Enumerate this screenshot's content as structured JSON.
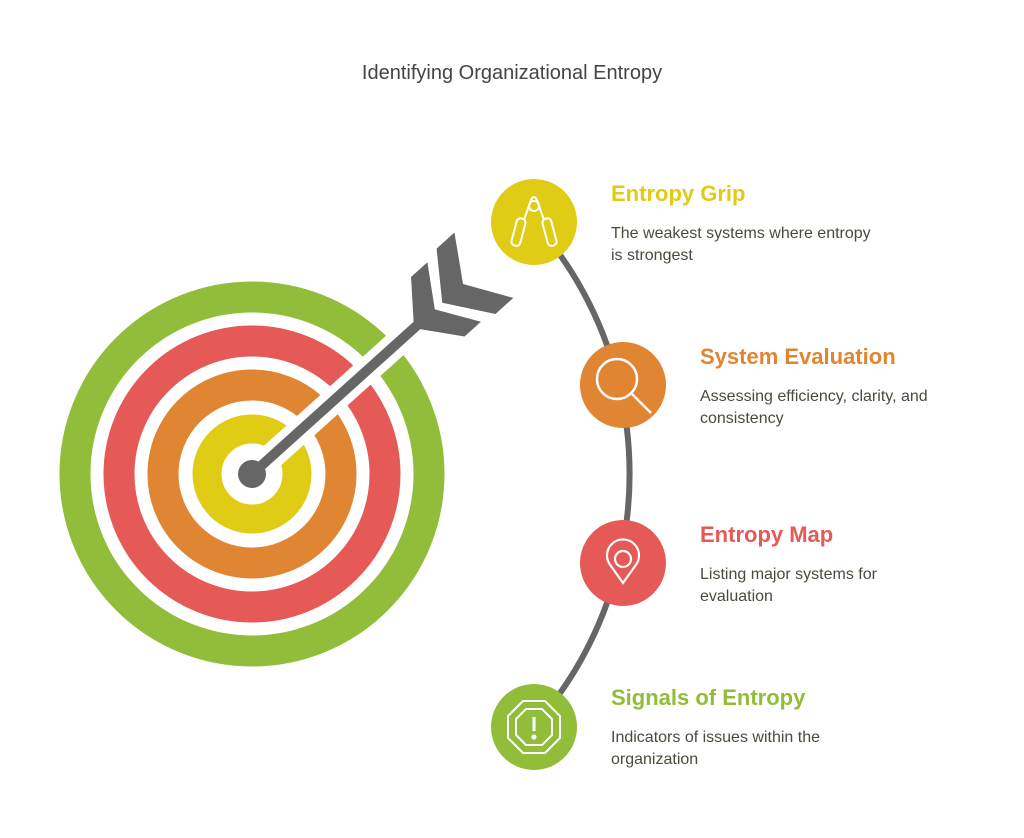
{
  "title": "Identifying Organizational Entropy",
  "colors": {
    "yellow": "#E0CB15",
    "orange": "#E08531",
    "red": "#E55957",
    "green": "#92BD3A",
    "gray": "#666666"
  },
  "steps": [
    {
      "heading": "Entropy Grip",
      "description": "The weakest systems where entropy is strongest",
      "icon": "hand-grip-icon",
      "color": "#E0CB15"
    },
    {
      "heading": "System Evaluation",
      "description": "Assessing efficiency, clarity, and consistency",
      "icon": "magnifier-icon",
      "color": "#E08531"
    },
    {
      "heading": "Entropy Map",
      "description": "Listing major systems for evaluation",
      "icon": "map-pin-icon",
      "color": "#E55957"
    },
    {
      "heading": "Signals of Entropy",
      "description": "Indicators of issues within the organization",
      "icon": "warning-octagon-icon",
      "color": "#92BD3A"
    }
  ]
}
